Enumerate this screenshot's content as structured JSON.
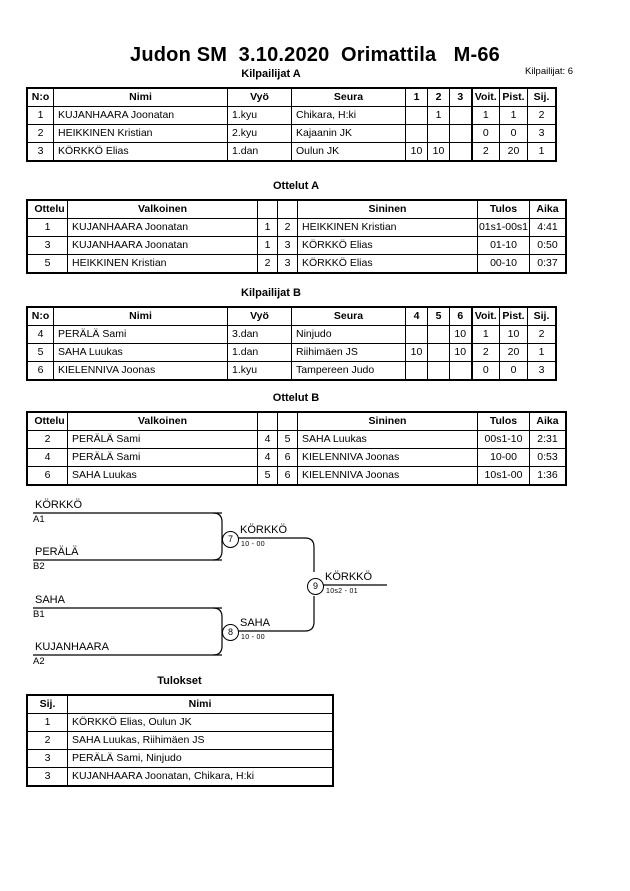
{
  "header": {
    "title": "Judon SM  3.10.2020  Orimattila   M-66",
    "entrants_label": "Kilpailijat: 6"
  },
  "pool_a": {
    "caption": "Kilpailijat A",
    "columns": [
      "N:o",
      "Nimi",
      "Vyö",
      "Seura",
      "1",
      "2",
      "3",
      "Voit.",
      "Pist.",
      "Sij."
    ],
    "rows": [
      {
        "no": "1",
        "name": "KUJANHAARA Joonatan",
        "belt": "1.kyu",
        "club": "Chikara, H:ki",
        "m1": "",
        "m2": "1",
        "m3": "",
        "wins": "1",
        "points": "1",
        "rank": "2"
      },
      {
        "no": "2",
        "name": "HEIKKINEN Kristian",
        "belt": "2.kyu",
        "club": "Kajaanin JK",
        "m1": "",
        "m2": "",
        "m3": "",
        "wins": "0",
        "points": "0",
        "rank": "3"
      },
      {
        "no": "3",
        "name": "KÖRKKÖ Elias",
        "belt": "1.dan",
        "club": "Oulun JK",
        "m1": "10",
        "m2": "10",
        "m3": "",
        "wins": "2",
        "points": "20",
        "rank": "1"
      }
    ]
  },
  "matches_a": {
    "caption": "Ottelut A",
    "columns": [
      "Ottelu",
      "Valkoinen",
      "",
      "",
      "Sininen",
      "Tulos",
      "Aika"
    ],
    "rows": [
      {
        "match": "1",
        "white": "KUJANHAARA Joonatan",
        "wno": "1",
        "bno": "2",
        "blue": "HEIKKINEN Kristian",
        "result": "01s1-00s1",
        "time": "4:41"
      },
      {
        "match": "3",
        "white": "KUJANHAARA Joonatan",
        "wno": "1",
        "bno": "3",
        "blue": "KÖRKKÖ Elias",
        "result": "01-10",
        "time": "0:50"
      },
      {
        "match": "5",
        "white": "HEIKKINEN Kristian",
        "wno": "2",
        "bno": "3",
        "blue": "KÖRKKÖ Elias",
        "result": "00-10",
        "time": "0:37"
      }
    ]
  },
  "pool_b": {
    "caption": "Kilpailijat B",
    "columns": [
      "N:o",
      "Nimi",
      "Vyö",
      "Seura",
      "4",
      "5",
      "6",
      "Voit.",
      "Pist.",
      "Sij."
    ],
    "rows": [
      {
        "no": "4",
        "name": "PERÄLÄ Sami",
        "belt": "3.dan",
        "club": "Ninjudo",
        "m1": "",
        "m2": "",
        "m3": "10",
        "wins": "1",
        "points": "10",
        "rank": "2"
      },
      {
        "no": "5",
        "name": "SAHA Luukas",
        "belt": "1.dan",
        "club": "Riihimäen JS",
        "m1": "10",
        "m2": "",
        "m3": "10",
        "wins": "2",
        "points": "20",
        "rank": "1"
      },
      {
        "no": "6",
        "name": "KIELENNIVA Joonas",
        "belt": "1.kyu",
        "club": "Tampereen Judo",
        "m1": "",
        "m2": "",
        "m3": "",
        "wins": "0",
        "points": "0",
        "rank": "3"
      }
    ]
  },
  "matches_b": {
    "caption": "Ottelut B",
    "columns": [
      "Ottelu",
      "Valkoinen",
      "",
      "",
      "Sininen",
      "Tulos",
      "Aika"
    ],
    "rows": [
      {
        "match": "2",
        "white": "PERÄLÄ Sami",
        "wno": "4",
        "bno": "5",
        "blue": "SAHA Luukas",
        "result": "00s1-10",
        "time": "2:31"
      },
      {
        "match": "4",
        "white": "PERÄLÄ Sami",
        "wno": "4",
        "bno": "6",
        "blue": "KIELENNIVA Joonas",
        "result": "10-00",
        "time": "0:53"
      },
      {
        "match": "6",
        "white": "SAHA Luukas",
        "wno": "5",
        "bno": "6",
        "blue": "KIELENNIVA Joonas",
        "result": "10s1-00",
        "time": "1:36"
      }
    ]
  },
  "bracket": {
    "entries": [
      {
        "name": "KÖRKKÖ",
        "seed": "A1"
      },
      {
        "name": "PERÄLÄ",
        "seed": "B2"
      },
      {
        "name": "SAHA",
        "seed": "B1"
      },
      {
        "name": "KUJANHAARA",
        "seed": "A2"
      }
    ],
    "nodes": [
      {
        "number": "7",
        "winner": "KÖRKKÖ",
        "score": "10 - 00"
      },
      {
        "number": "8",
        "winner": "SAHA",
        "score": "10 - 00"
      },
      {
        "number": "9",
        "winner": "KÖRKKÖ",
        "score": "10s2 - 01"
      }
    ]
  },
  "results": {
    "caption": "Tulokset",
    "columns": [
      "Sij.",
      "Nimi"
    ],
    "rows": [
      {
        "rank": "1",
        "name": "KÖRKKÖ Elias, Oulun JK"
      },
      {
        "rank": "2",
        "name": "SAHA Luukas, Riihimäen JS"
      },
      {
        "rank": "3",
        "name": "PERÄLÄ Sami, Ninjudo"
      },
      {
        "rank": "3",
        "name": "KUJANHAARA Joonatan, Chikara, H:ki"
      }
    ]
  }
}
